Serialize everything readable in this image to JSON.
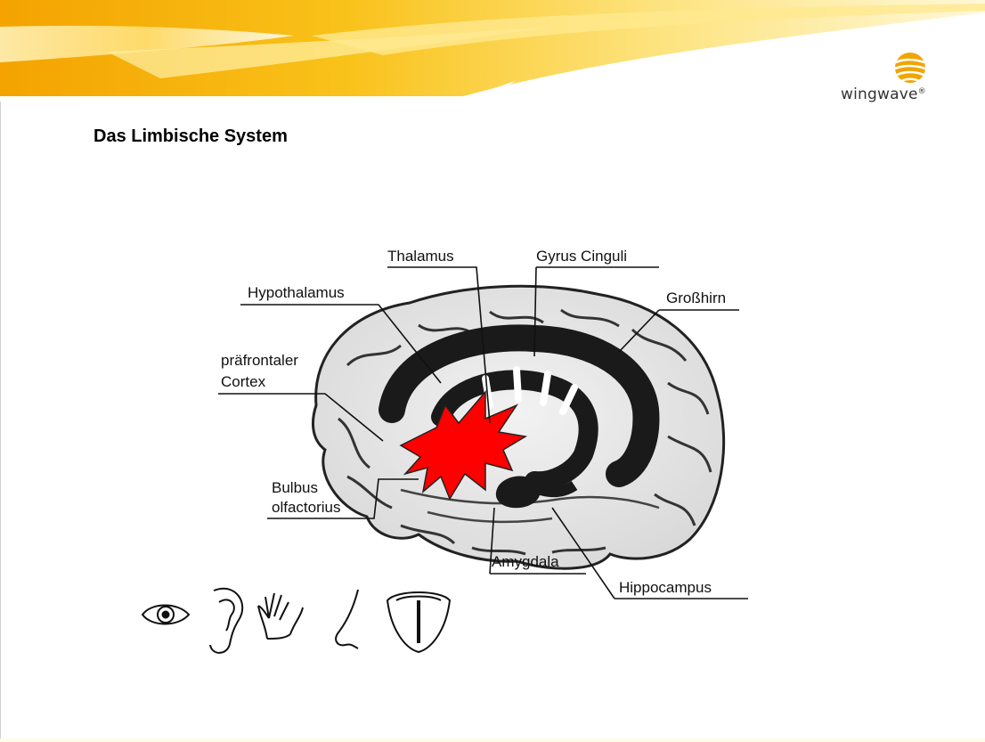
{
  "slide": {
    "title": "Das Limbische System"
  },
  "logo": {
    "text": "wingwave",
    "registered": "®",
    "icon": "wingwave-swirl-logo",
    "color": "#f0a500"
  },
  "diagram": {
    "labels": {
      "thalamus": "Thalamus",
      "gyrus_cinguli": "Gyrus Cinguli",
      "hypothalamus": "Hypothalamus",
      "grosshirn": "Großhirn",
      "praefrontaler_1": "präfrontaler",
      "praefrontaler_2": "Cortex",
      "bulbus_1": "Bulbus",
      "bulbus_2": "olfactorius",
      "amygdala": "Amygdala",
      "hippocampus": "Hippocampus"
    },
    "highlight_color": "#ff0000",
    "sense_icons": [
      "eye-icon",
      "ear-icon",
      "hand-icon",
      "nose-icon",
      "tongue-icon"
    ]
  },
  "banner": {
    "colors": [
      "#f7b500",
      "#ffd84a",
      "#fff3b0"
    ]
  }
}
